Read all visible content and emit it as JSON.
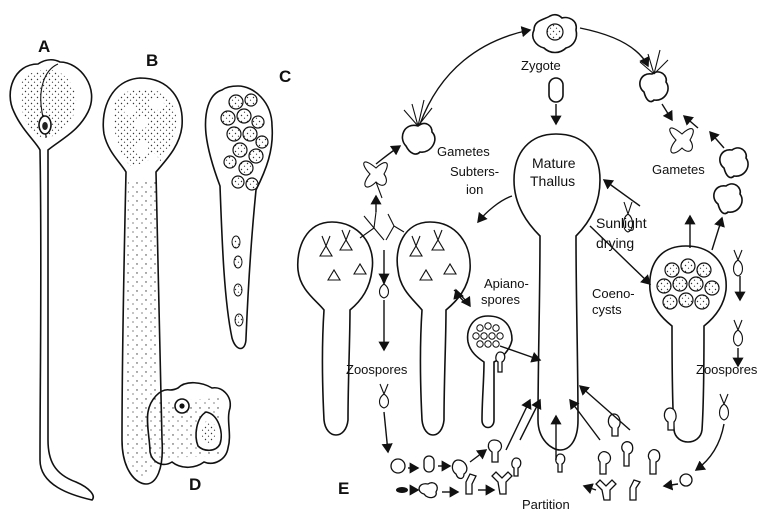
{
  "figure": {
    "panels": {
      "a": "A",
      "b": "B",
      "c": "C",
      "d": "D",
      "e": "E"
    },
    "labels": {
      "zygote": "Zygote",
      "gametes_left": "Gametes",
      "gametes_right": "Gametes",
      "mature_1": "Mature",
      "mature_2": "Thallus",
      "subtersion_1": "Subters-",
      "subtersion_2": "ion",
      "sunlight": "Sunlight",
      "drying": "drying",
      "apiano_1": "Apiano-",
      "apiano_2": "spores",
      "coeno_1": "Coeno-",
      "coeno_2": "cysts",
      "zoospores_left": "Zoospores",
      "zoospores_right": "Zoospores",
      "partition": "Partition"
    }
  }
}
